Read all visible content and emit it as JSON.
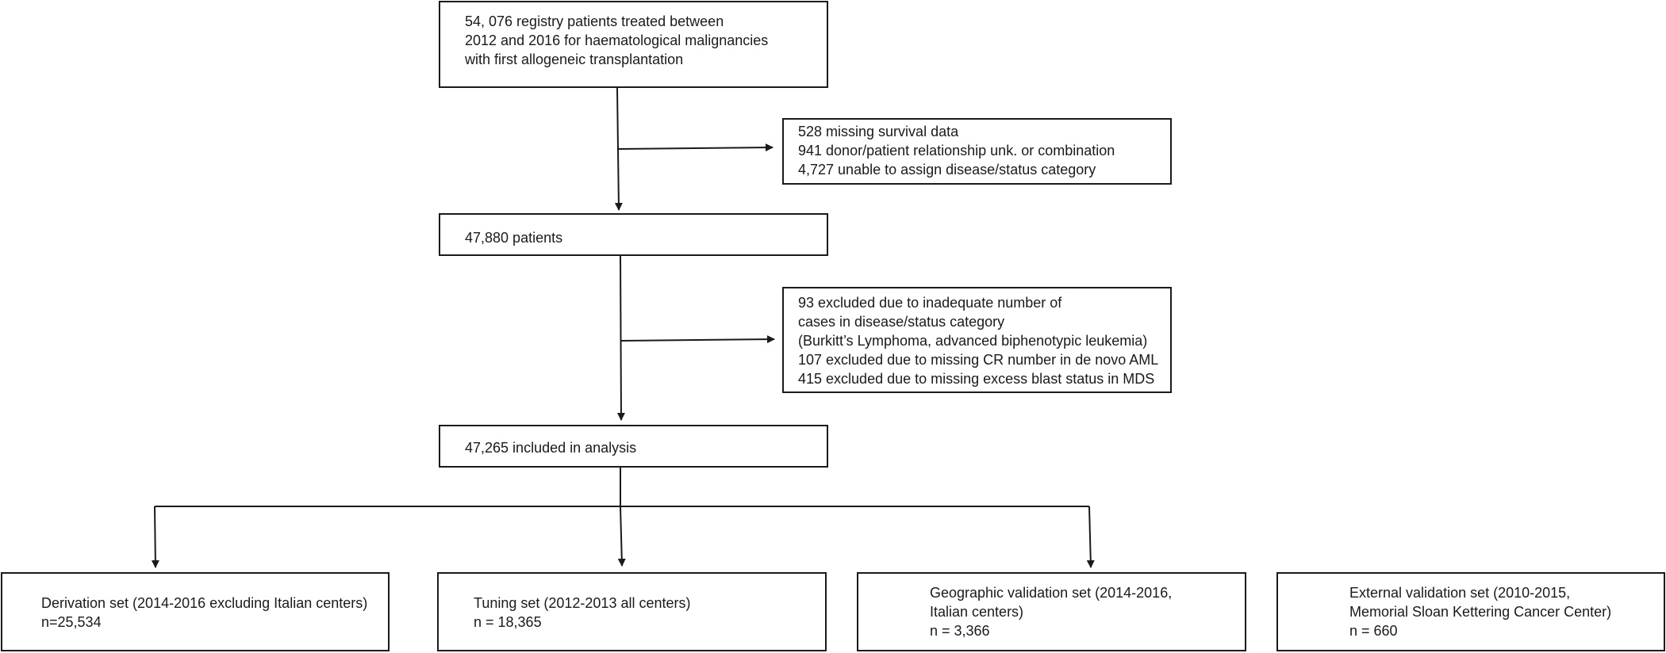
{
  "colors": {
    "stroke": "#1a1a1a",
    "text": "#1a1a1a",
    "background": "#ffffff"
  },
  "flowchart": {
    "registry": {
      "lines": [
        "54, 076 registry patients treated between",
        "2012 and 2016 for haematological malignancies",
        "with first allogeneic transplantation"
      ]
    },
    "exclusion_1": {
      "lines": [
        "528 missing survival data",
        "941 donor/patient relationship unk. or combination",
        "4,727 unable to assign disease/status category"
      ]
    },
    "patients": {
      "lines": [
        "47,880 patients"
      ]
    },
    "exclusion_2": {
      "lines": [
        "93 excluded due to inadequate number of",
        "cases in disease/status category",
        "(Burkitt’s Lymphoma, advanced biphenotypic leukemia)",
        "107 excluded due to missing CR number in de novo AML",
        "415 excluded due to missing excess blast status in MDS"
      ]
    },
    "included": {
      "lines": [
        "47,265 included in analysis"
      ]
    },
    "derivation": {
      "lines": [
        "Derivation set (2014-2016 excluding Italian centers)",
        "n=25,534"
      ]
    },
    "tuning": {
      "lines": [
        "Tuning set (2012-2013 all centers)",
        "n = 18,365"
      ]
    },
    "geographic": {
      "lines": [
        "Geographic validation set (2014-2016,",
        "Italian centers)",
        "n = 3,366"
      ]
    },
    "external": {
      "lines": [
        "External validation set (2010-2015,",
        "Memorial Sloan Kettering Cancer Center)",
        "n = 660"
      ]
    }
  }
}
